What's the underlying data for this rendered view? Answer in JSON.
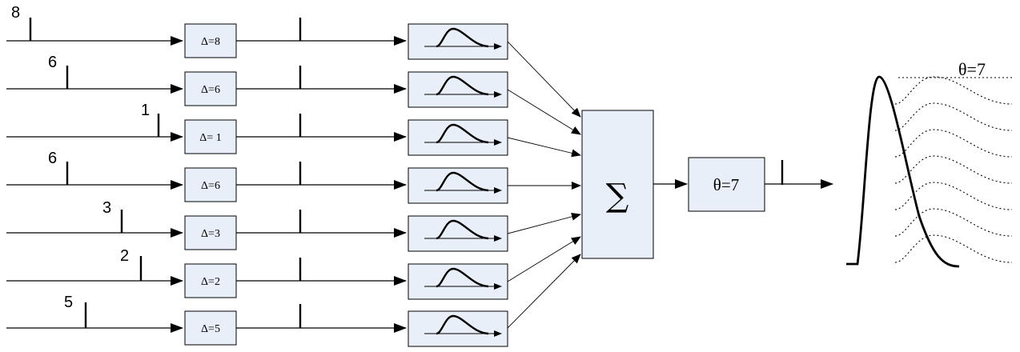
{
  "inputs": [
    {
      "spike_label": "8",
      "delay_label": "Δ=8"
    },
    {
      "spike_label": "6",
      "delay_label": "Δ=6"
    },
    {
      "spike_label": "1",
      "delay_label": "Δ= 1"
    },
    {
      "spike_label": "6",
      "delay_label": "Δ=6"
    },
    {
      "spike_label": "3",
      "delay_label": "Δ=3"
    },
    {
      "spike_label": "2",
      "delay_label": "Δ=2"
    },
    {
      "spike_label": "5",
      "delay_label": "Δ=5"
    }
  ],
  "sum_node": {
    "symbol": "∑"
  },
  "threshold_node": {
    "label": "θ=7"
  },
  "output_plot": {
    "threshold_label": "θ=7",
    "dotted_curve_count": 7
  }
}
